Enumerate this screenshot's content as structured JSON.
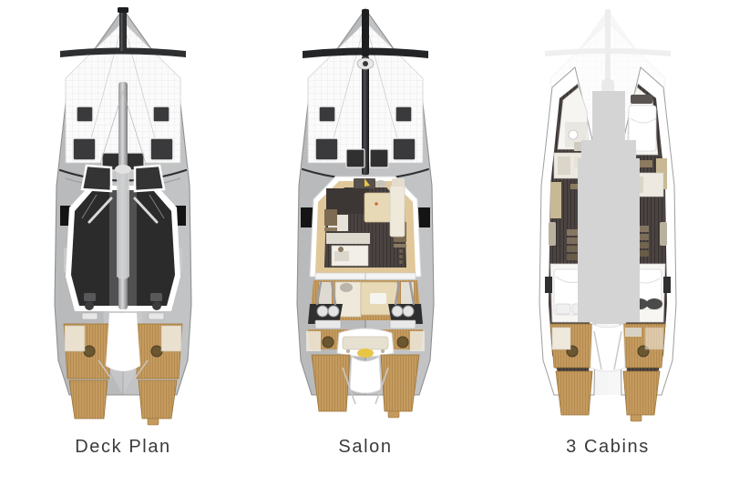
{
  "sheet": {
    "background_color": "#ffffff",
    "caption_color": "#3b3b3b"
  },
  "palette": {
    "hull_gray": "#b9babb",
    "hull_gray_light": "#cdced0",
    "hull_outline": "#8f9092",
    "deck_white": "#f3f3f3",
    "trampoline_white": "#fbfbfb",
    "mast_dark": "#2e2f31",
    "cockpit_dark": "#2b2b2c",
    "teak": "#c49a5e",
    "teak_dark": "#a87f45",
    "wood_light": "#e0c89a",
    "wood_dark": "#4a4341",
    "cream": "#efe9dc",
    "overlay_gray": "#d4d4d4",
    "accent_yellow": "#e8c547",
    "window_dark": "#3a3a3c"
  },
  "panels": [
    {
      "id": "deck",
      "caption": "Deck Plan",
      "description": "Overhead deck plan of a sailing catamaran showing mast, trampoline netting, dark cockpit canopy, twin hulls and teak swim platforms.",
      "features": [
        "bowsprit",
        "trampoline",
        "mast",
        "crossbeam",
        "cockpit-canopy",
        "helm-stations",
        "teak-side-decks",
        "swim-platforms",
        "hull-hatches"
      ]
    },
    {
      "id": "salon",
      "caption": "Salon",
      "description": "Overhead cutaway of the salon level with galley, dinette, navigation station, cockpit seating and twin helms.",
      "features": [
        "bowsprit",
        "trampoline",
        "mast",
        "crossbeam",
        "galley",
        "dinette-table",
        "settee",
        "nav-station",
        "sliding-door",
        "cockpit-table",
        "cockpit-seat",
        "twin-helms",
        "teak-cockpit-sole",
        "swim-platforms"
      ]
    },
    {
      "id": "cabins",
      "caption": "3 Cabins",
      "description": "Overhead cutaway of the lower hulls in three cabin version with owner suite, guest cabin, heads and showers.",
      "features": [
        "forward-cabin-port",
        "forward-cabin-starboard",
        "aft-cabin-port",
        "aft-cabin-starboard",
        "double-berth",
        "head-compartment",
        "shower",
        "wardrobe",
        "companionway-steps",
        "salon-floor-overlay",
        "teak-side-decks",
        "swim-platforms"
      ]
    }
  ]
}
